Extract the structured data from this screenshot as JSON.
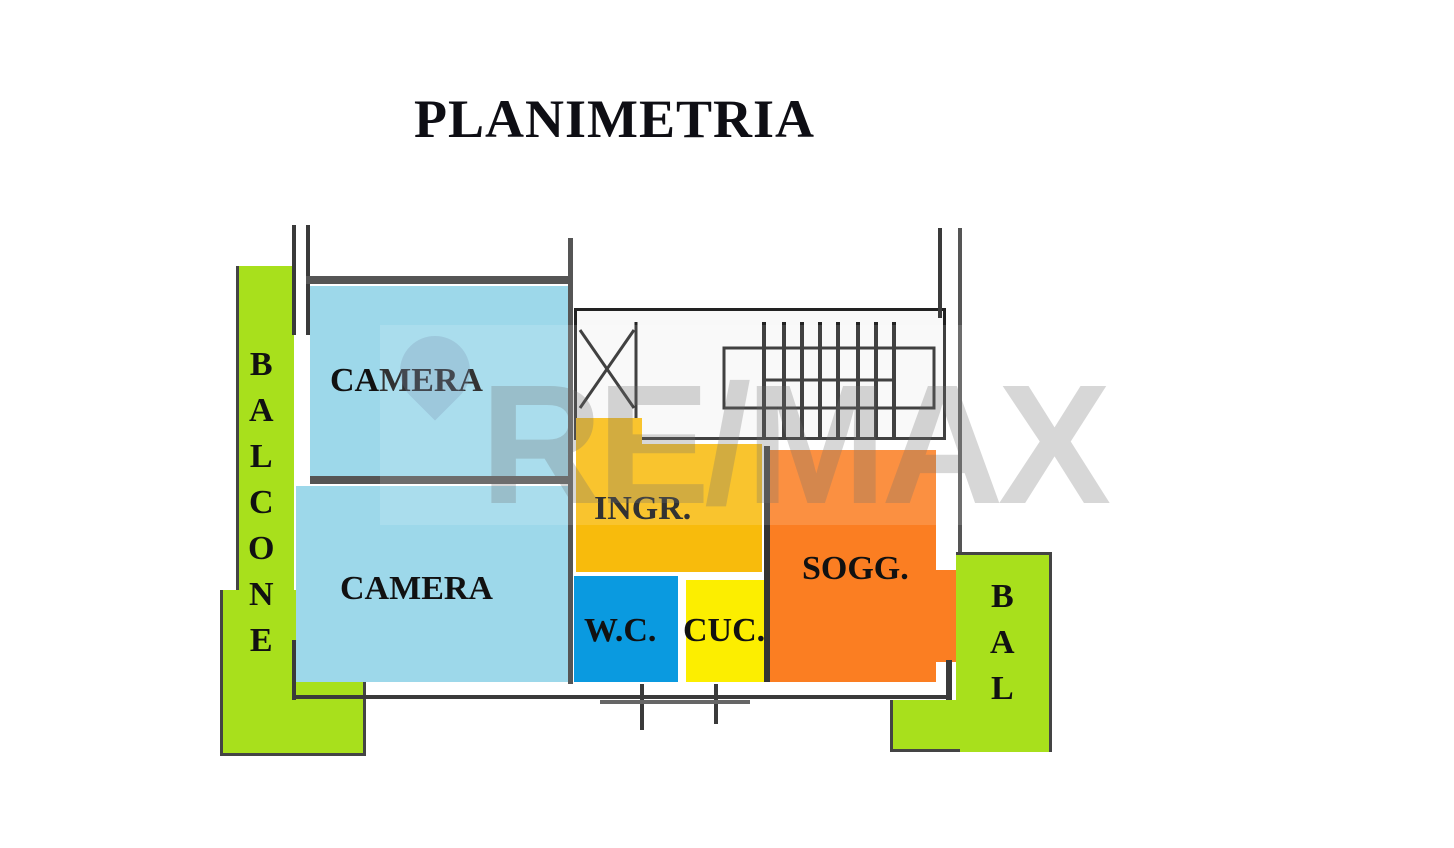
{
  "title": "PLANIMETRIA",
  "rooms": {
    "camera_top": {
      "label": "CAMERA",
      "color": "#9dd8ea"
    },
    "camera_bottom": {
      "label": "CAMERA",
      "color": "#9dd8ea"
    },
    "ingresso": {
      "label": "INGR.",
      "color": "#f8bb0c"
    },
    "wc": {
      "label": "W.C.",
      "color": "#0a9ae0"
    },
    "cucina": {
      "label": "CUC.",
      "color": "#fcee00"
    },
    "soggiorno": {
      "label": "SOGG.",
      "color": "#fb7e22"
    },
    "balcone_left": {
      "letters": [
        "B",
        "A",
        "L",
        "C",
        "O",
        "N",
        "E"
      ],
      "color": "#a8e01c"
    },
    "balcone_right": {
      "letters": [
        "B",
        "A",
        "L"
      ],
      "color": "#a8e01c"
    }
  },
  "watermark": {
    "text": "RE/MAX"
  }
}
